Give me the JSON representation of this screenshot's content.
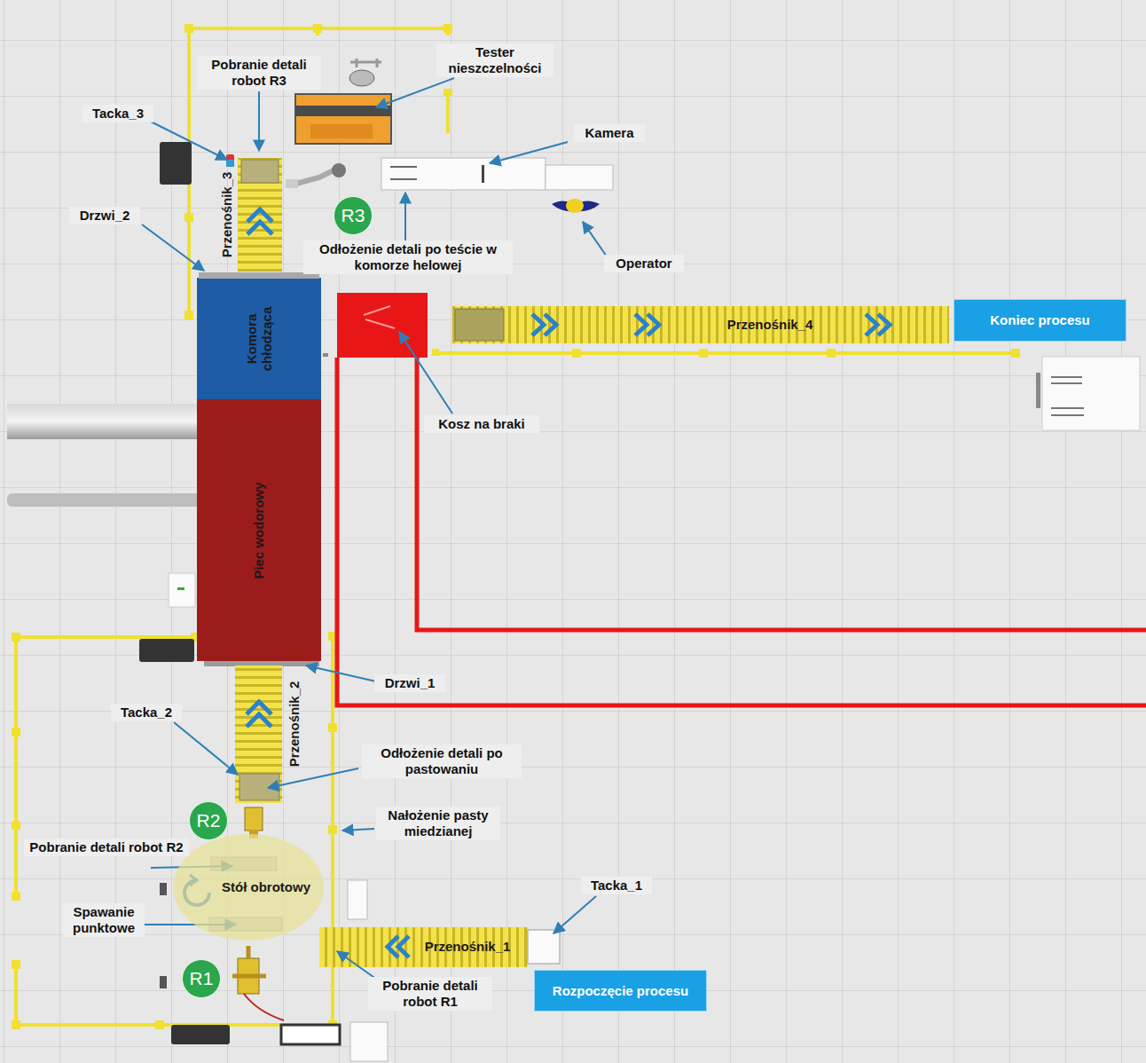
{
  "diagram": {
    "nodes": [
      {
        "text": [
          "Przenośnik_3"
        ]
      },
      {
        "text": [
          "R3"
        ]
      },
      {
        "text": [
          "Komora chłodząca"
        ]
      },
      {
        "text": [
          "Przenośnik_4"
        ]
      },
      {
        "text": [
          "Koniec procesu"
        ]
      },
      {
        "text": [
          "Piec wodorowy"
        ]
      },
      {
        "text": [
          "Przenośnik_2"
        ]
      },
      {
        "text": [
          "R2"
        ]
      },
      {
        "text": [
          "Stół obrotowy"
        ]
      },
      {
        "text": [
          "Przenośnik_1"
        ]
      },
      {
        "text": [
          "R1"
        ]
      },
      {
        "text": [
          "Rozpoczęcie procesu"
        ]
      }
    ],
    "labels": [
      "Tester nieszczelności",
      "Pobranie detali robot R3",
      "Tacka_3",
      "Kamera",
      "Drzwi_2",
      "Odłożenie detali po teście w komorze helowej",
      "Operator",
      "Kosz na braki",
      "Drzwi_1",
      "Tacka_2",
      "Odłożenie detali po pastowaniu",
      "Nałożenie pasty miedzianej",
      "Pobranie detali robot R2",
      "Spawanie punktowe",
      "Tacka_1",
      "Pobranie detali robot R1"
    ]
  }
}
